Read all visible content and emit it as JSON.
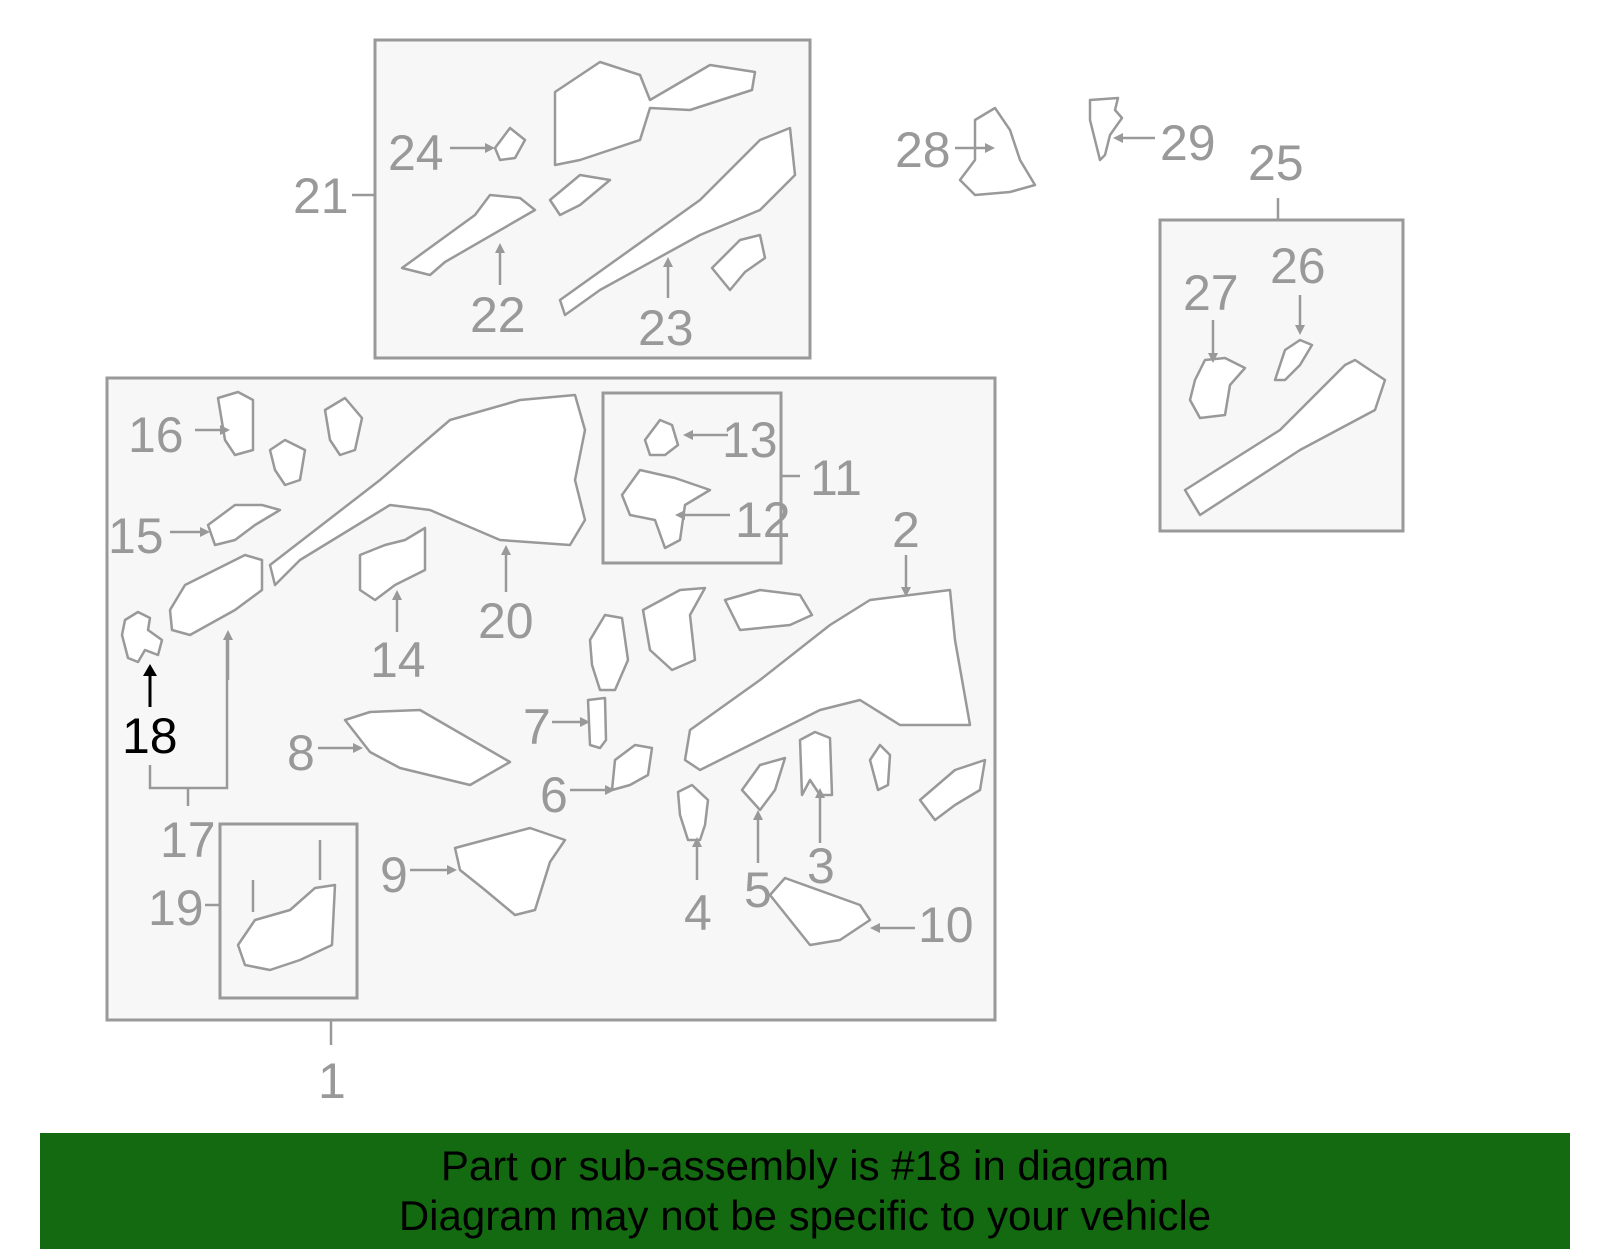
{
  "diagram": {
    "highlight_color": "#136a10",
    "callouts": [
      "1",
      "2",
      "3",
      "4",
      "5",
      "6",
      "7",
      "8",
      "9",
      "10",
      "11",
      "12",
      "13",
      "14",
      "15",
      "16",
      "17",
      "18",
      "19",
      "20",
      "21",
      "22",
      "23",
      "24",
      "25",
      "26",
      "27",
      "28",
      "29"
    ],
    "highlighted_callout": "18"
  },
  "banner": {
    "line1": "Part or sub-assembly is #18 in diagram",
    "line2": "Diagram may not be specific to your vehicle"
  }
}
